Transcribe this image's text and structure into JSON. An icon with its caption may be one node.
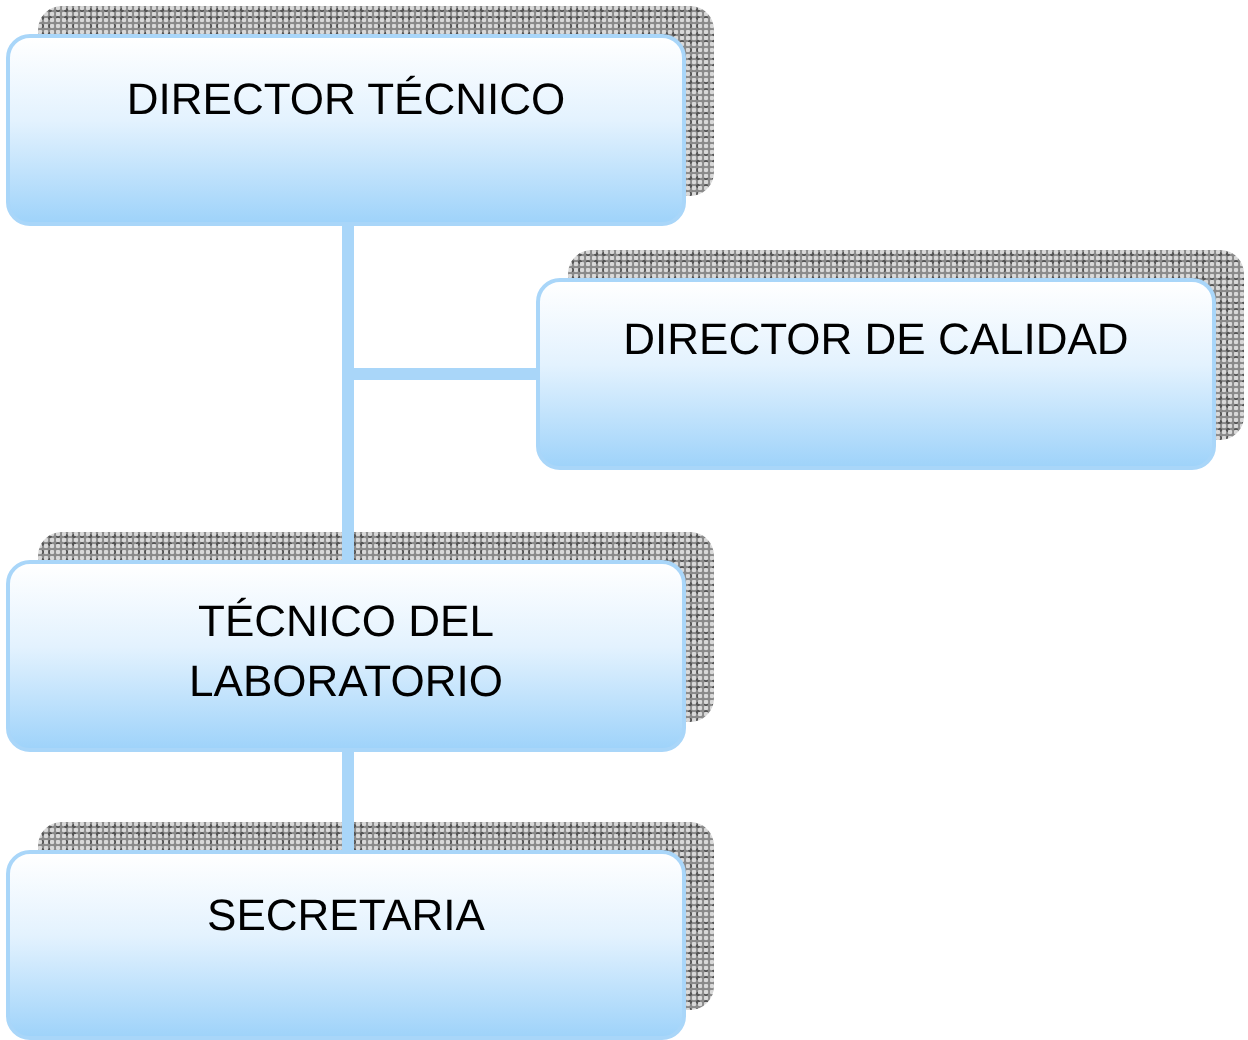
{
  "diagram": {
    "nodes": [
      {
        "text": [
          "DIRECTOR TÉCNICO"
        ]
      },
      {
        "text": [
          "DIRECTOR DE CALIDAD"
        ]
      },
      {
        "text": [
          "TÉCNICO DEL LABORATORIO"
        ]
      },
      {
        "text": [
          "SECRETARIA"
        ]
      }
    ],
    "edges": [
      {
        "from": 0,
        "to": 1,
        "arrow": "none"
      },
      {
        "from": 0,
        "to": 2,
        "arrow": "none"
      },
      {
        "from": 2,
        "to": 3,
        "arrow": "none"
      }
    ]
  }
}
